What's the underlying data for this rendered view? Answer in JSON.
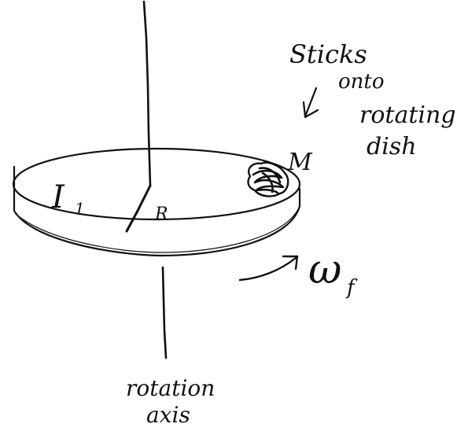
{
  "labels": {
    "note_line1": "Sticks",
    "note_line2": "onto",
    "note_line3": "rotating",
    "note_line4": "dish",
    "mass": "M",
    "inertia_main": "I",
    "inertia_sub": "1",
    "radius": "R",
    "omega_main": "ω",
    "omega_sub": "f",
    "axis_line1": "rotation",
    "axis_line2": "axis"
  },
  "colors": {
    "ink": "#111111",
    "background": "#ffffff"
  },
  "icons": {
    "note_arrow": "arrow-down-left-icon",
    "rotation_arrow": "curved-arrow-right-icon",
    "mass_blob": "scribble-blob-icon"
  }
}
